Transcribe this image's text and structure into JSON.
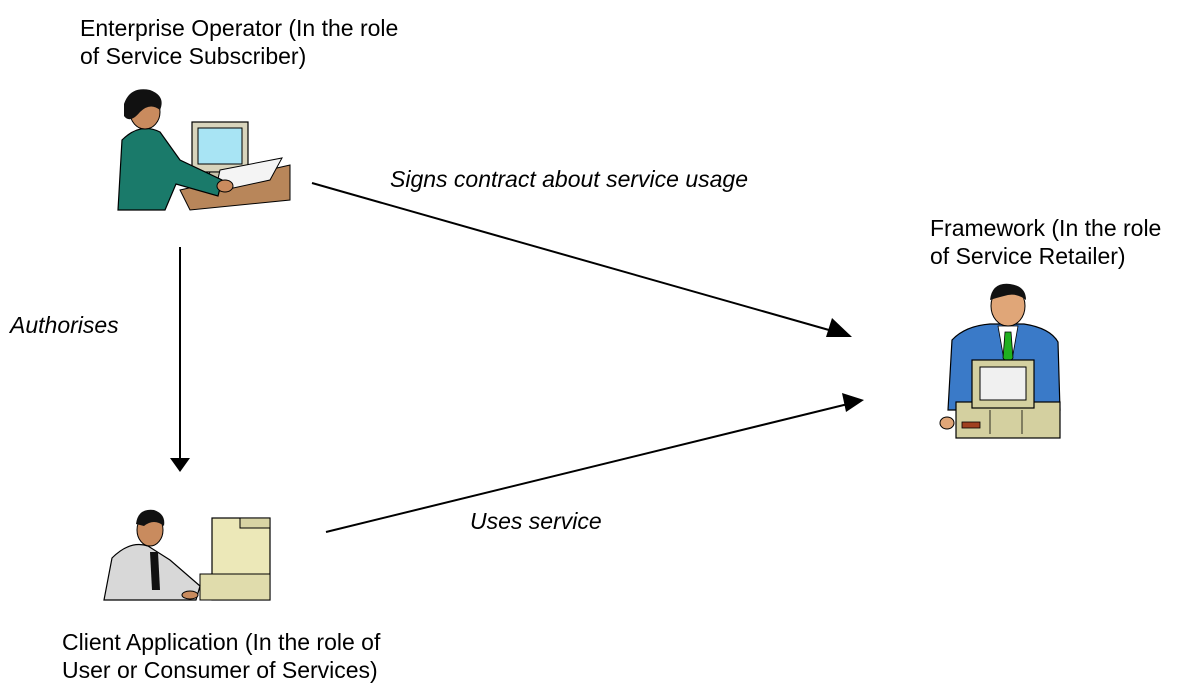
{
  "nodes": {
    "enterprise_operator": {
      "line1": "Enterprise Operator (In the role",
      "line2": "of Service Subscriber)"
    },
    "framework": {
      "line1": "Framework (In the role",
      "line2": "of Service Retailer)"
    },
    "client_application": {
      "line1": "Client Application (In the role of",
      "line2": "User or Consumer of Services)"
    }
  },
  "edges": {
    "signs_contract": "Signs contract about service usage",
    "authorises": "Authorises",
    "uses_service": "Uses service"
  },
  "colors": {
    "arrow": "#000000"
  }
}
